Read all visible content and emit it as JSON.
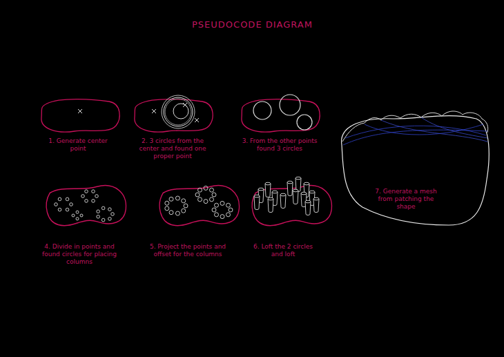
{
  "diagram": {
    "title": "PSEUDOCODE DIAGRAM",
    "labels": [
      "1. Generate center point",
      "2. 3 circles from the center and found one proper point",
      "3. From the other points found 3 circles",
      "4. Divide in points and found circles for placing columns",
      "5. Project the points and offset for the columns",
      "6. Loft the 2 circles and loft",
      "7. Generate a mesh from patching the shape"
    ]
  }
}
